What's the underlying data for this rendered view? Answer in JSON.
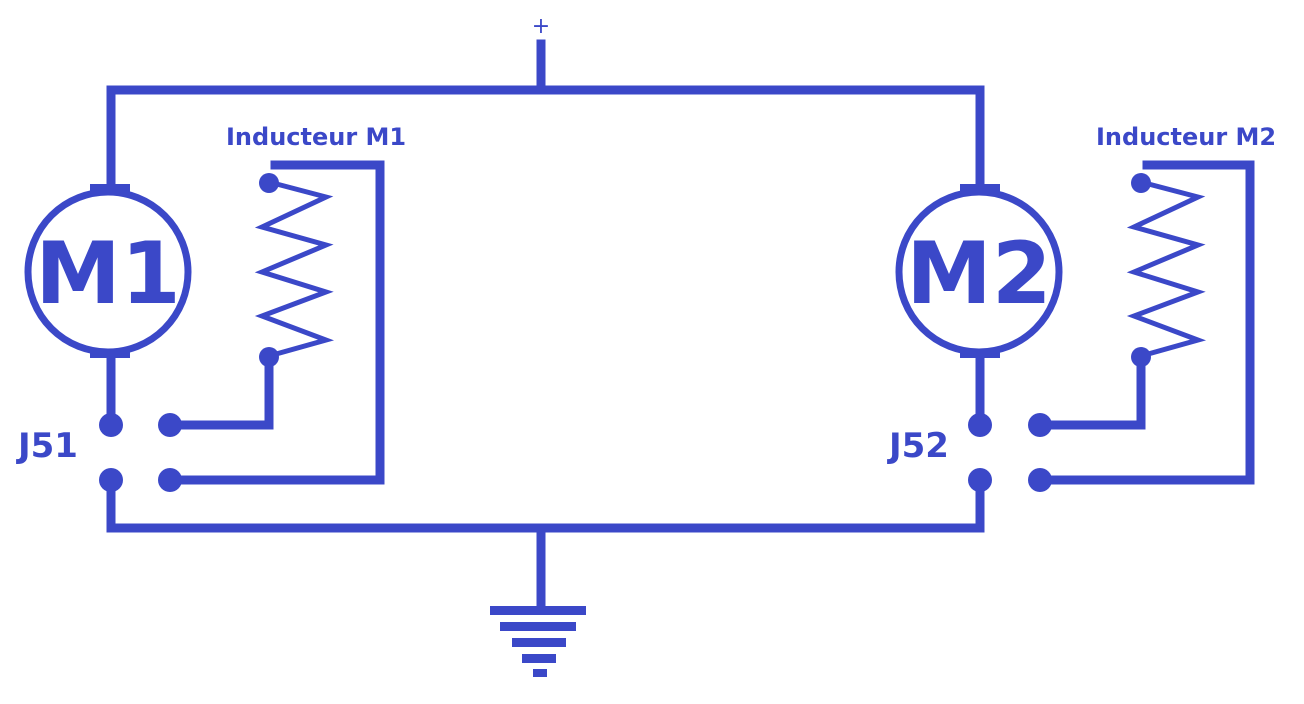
{
  "diagram": {
    "supply_symbol": "+",
    "motors": [
      {
        "label": "M1",
        "inductor_label": "Inducteur M1",
        "switch_label": "J51"
      },
      {
        "label": "M2",
        "inductor_label": "Inducteur M2",
        "switch_label": "J52"
      }
    ],
    "ground": "ground-symbol",
    "colors": {
      "ink": "#3b48c8",
      "background": "#ffffff"
    }
  }
}
